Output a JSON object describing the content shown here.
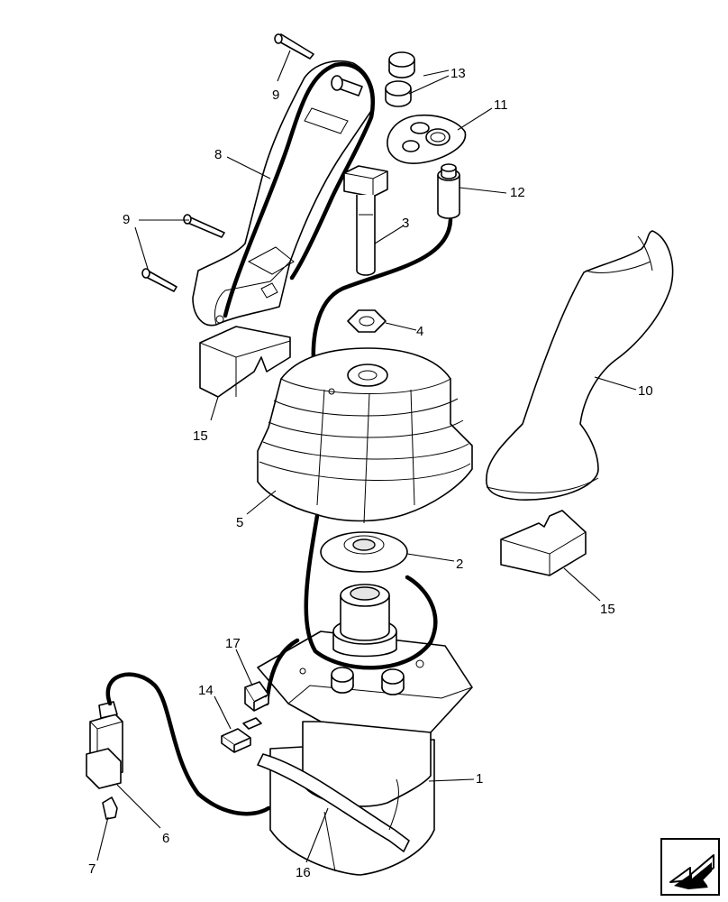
{
  "diagram": {
    "callouts": [
      {
        "id": "c1",
        "label": "1"
      },
      {
        "id": "c2",
        "label": "2"
      },
      {
        "id": "c3",
        "label": "3"
      },
      {
        "id": "c4",
        "label": "4"
      },
      {
        "id": "c5",
        "label": "5"
      },
      {
        "id": "c6",
        "label": "6"
      },
      {
        "id": "c7",
        "label": "7"
      },
      {
        "id": "c8",
        "label": "8"
      },
      {
        "id": "c9a",
        "label": "9"
      },
      {
        "id": "c9b",
        "label": "9"
      },
      {
        "id": "c10",
        "label": "10"
      },
      {
        "id": "c11",
        "label": "11"
      },
      {
        "id": "c12",
        "label": "12"
      },
      {
        "id": "c13",
        "label": "13"
      },
      {
        "id": "c14",
        "label": "14"
      },
      {
        "id": "c15a",
        "label": "15"
      },
      {
        "id": "c15b",
        "label": "15"
      },
      {
        "id": "c16",
        "label": "16"
      },
      {
        "id": "c17",
        "label": "17"
      }
    ],
    "nav_icon": "arrow-back-icon"
  }
}
